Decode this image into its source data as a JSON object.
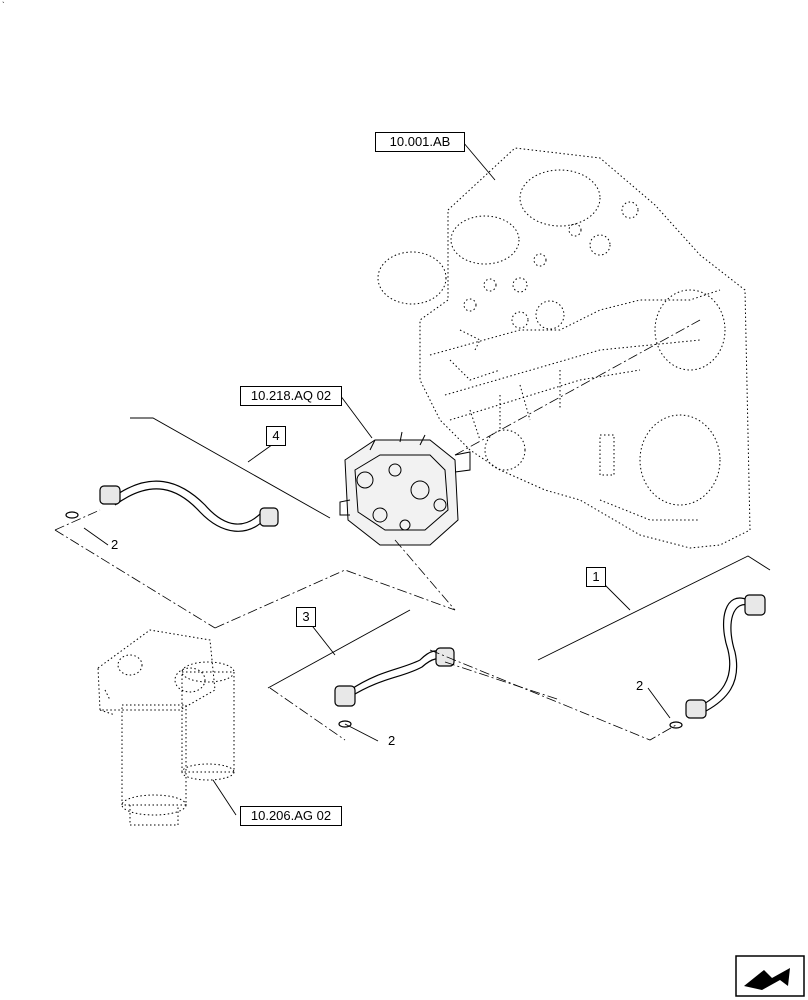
{
  "callouts": {
    "engine_block": "10.001.AB",
    "injection_pump": "10.218.AQ 02",
    "fuel_filter": "10.206.AG 02"
  },
  "items": {
    "item1": "1",
    "item3": "3",
    "item4": "4",
    "washer_a": "2",
    "washer_b": "2",
    "washer_c": "2"
  },
  "icons": {
    "nav": "next-page-arrow-icon"
  }
}
